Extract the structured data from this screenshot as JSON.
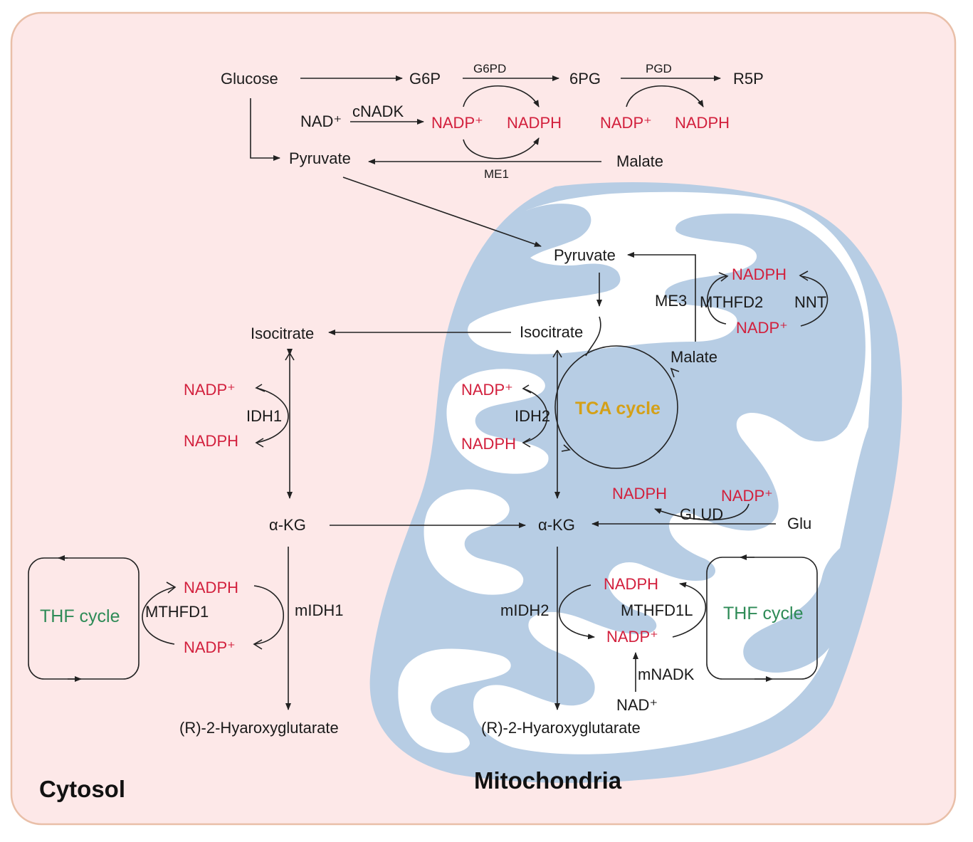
{
  "colors": {
    "cytosol_bg": "#fde8e8",
    "cytosol_border": "#e9bfa8",
    "mito_fill": "#b7cde4",
    "nadp_red": "#d21f3c",
    "thf_green": "#2e8b57",
    "tca_gold": "#d4a017"
  },
  "compartments": {
    "cytosol": "Cytosol",
    "mitochondria": "Mitochondria"
  },
  "cytosol": {
    "glucose": "Glucose",
    "g6p": "G6P",
    "g6pd": "G6PD",
    "pg6": "6PG",
    "pgd": "PGD",
    "r5p": "R5P",
    "nad": "NAD⁺",
    "cnadk": "cNADK",
    "nadp_1": "NADP⁺",
    "nadph_1": "NADPH",
    "nadp_2": "NADP⁺",
    "nadph_2": "NADPH",
    "pyruvate": "Pyruvate",
    "me1": "ME1",
    "malate": "Malate",
    "isocitrate": "Isocitrate",
    "nadp_idh1": "NADP⁺",
    "idh1": "IDH1",
    "nadph_idh1": "NADPH",
    "akg": "α-KG",
    "thf_cycle": "THF cycle",
    "mthfd1": "MTHFD1",
    "nadph_thf": "NADPH",
    "nadp_thf": "NADP⁺",
    "midh1": "mIDH1",
    "r2hg": "(R)-2-Hyaroxyglutarate"
  },
  "mito": {
    "pyruvate": "Pyruvate",
    "me3": "ME3",
    "malate": "Malate",
    "nadph_top": "NADPH",
    "mthfd2": "MTHFD2",
    "nnt": "NNT",
    "nadp_top": "NADP⁺",
    "isocitrate": "Isocitrate",
    "nadp_idh2": "NADP⁺",
    "idh2": "IDH2",
    "nadph_idh2": "NADPH",
    "tca_cycle": "TCA cycle",
    "nadph_glud": "NADPH",
    "nadp_glud": "NADP⁺",
    "glud": "GLUD",
    "glu": "Glu",
    "akg": "α-KG",
    "midh2": "mIDH2",
    "nadph_thf": "NADPH",
    "mthfd1l": "MTHFD1L",
    "nadp_thf": "NADP⁺",
    "thf_cycle": "THF cycle",
    "mnadk": "mNADK",
    "nad": "NAD⁺",
    "r2hg": "(R)-2-Hyaroxyglutarate"
  }
}
